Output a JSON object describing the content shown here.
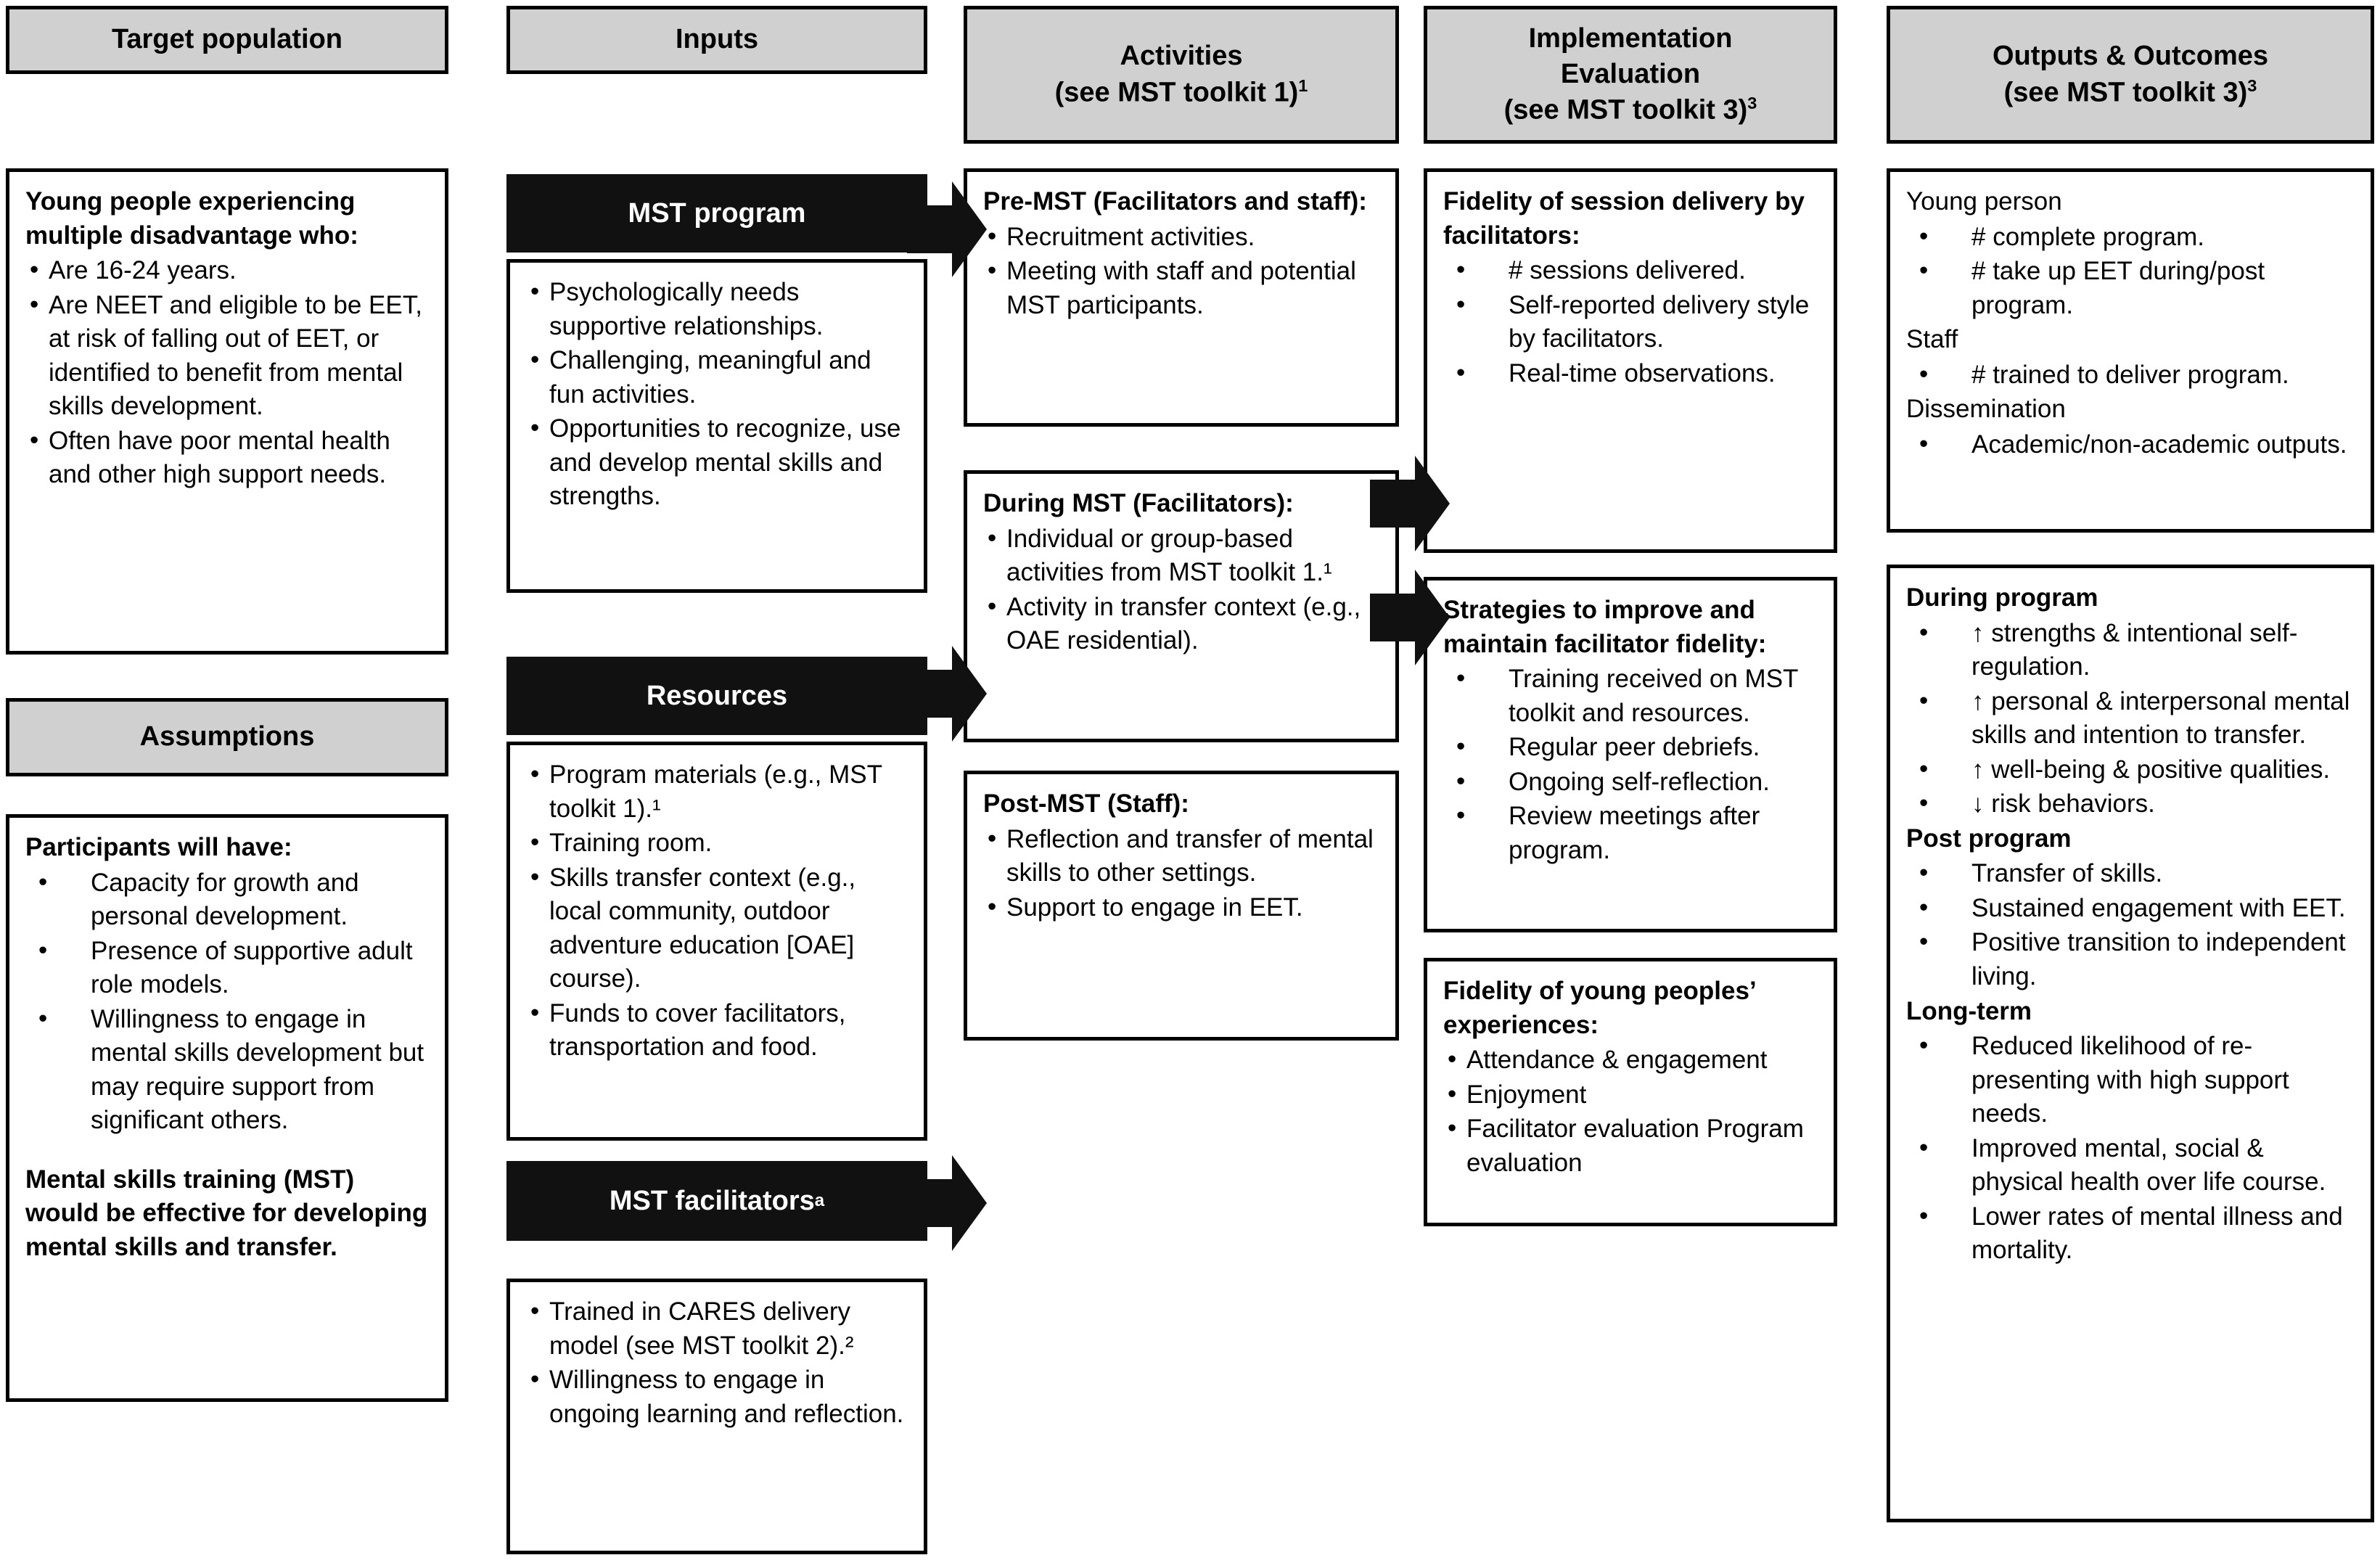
{
  "colors": {
    "header_fill": "#d0d0d0",
    "band_fill": "#111111",
    "border": "#000000",
    "page_bg": "#ffffff"
  },
  "columns": [
    {
      "key": "target_population",
      "header": "Target population",
      "header2": "Assumptions"
    },
    {
      "key": "inputs",
      "header": "Inputs"
    },
    {
      "key": "activities",
      "header_line1": "Activities",
      "header_line2": "(see MST toolkit 1)",
      "header_sup": "1"
    },
    {
      "key": "implementation_evaluation",
      "header_line1": "Implementation",
      "header_line2": "Evaluation",
      "header_line3": "(see MST toolkit 3)",
      "header_sup": "3"
    },
    {
      "key": "outputs_outcomes",
      "header_line1": "Outputs & Outcomes",
      "header_line2": "(see MST toolkit 3)",
      "header_sup": "3"
    }
  ],
  "target_population": {
    "header": "Target population",
    "body_title": "Young people experiencing multiple disadvantage who:",
    "bullets": [
      "Are 16-24 years.",
      "Are NEET and eligible to be EET, at risk of falling out of EET, or identified to benefit from mental skills development.",
      "Often have poor mental health and other high support needs."
    ]
  },
  "assumptions": {
    "header": "Assumptions",
    "body_title": "Participants will have:",
    "bullets": [
      "Capacity for growth and personal development.",
      "Presence of supportive adult role models.",
      "Willingness to engage in mental skills development but may require support from significant others."
    ],
    "closing": "Mental skills training (MST) would be effective for developing mental skills and transfer."
  },
  "inputs": {
    "header": "Inputs",
    "blocks": [
      {
        "band": "MST program",
        "band_sup": "",
        "bullets": [
          "Psychologically needs supportive relationships.",
          "Challenging, meaningful and fun activities.",
          "Opportunities to recognize, use and develop mental skills and strengths."
        ]
      },
      {
        "band": "Resources",
        "band_sup": "",
        "bullets": [
          "Program materials (e.g., MST toolkit 1).¹",
          "Training room.",
          "Skills transfer context (e.g., local community, outdoor adventure education [OAE] course).",
          "Funds to cover facilitators, transportation and food."
        ]
      },
      {
        "band": "MST facilitators",
        "band_sup": "a",
        "bullets": [
          "Trained in CARES delivery model (see MST toolkit 2).²",
          "Willingness to engage in ongoing learning and reflection."
        ]
      }
    ]
  },
  "activities": {
    "header_line1": "Activities",
    "header_line2": "(see MST toolkit 1)",
    "header_sup": "1",
    "blocks": [
      {
        "title": "Pre-MST (Facilitators and staff):",
        "bullets": [
          "Recruitment activities.",
          "Meeting with staff and potential MST participants."
        ]
      },
      {
        "title": "During MST (Facilitators):",
        "bullets": [
          "Individual or group-based activities from MST toolkit 1.¹",
          "Activity in transfer context (e.g., OAE residential)."
        ]
      },
      {
        "title": "Post-MST (Staff):",
        "bullets": [
          "Reflection and transfer of mental skills to other settings.",
          "Support to engage in EET."
        ]
      }
    ]
  },
  "implementation_evaluation": {
    "header_line1": "Implementation",
    "header_line2": "Evaluation",
    "header_line3": "(see MST toolkit 3)",
    "header_sup": "3",
    "blocks": [
      {
        "title": "Fidelity of session delivery by facilitators:",
        "bullets": [
          "# sessions delivered.",
          "Self-reported delivery style by facilitators.",
          "Real-time observations."
        ]
      },
      {
        "title": "Strategies to improve and maintain facilitator fidelity:",
        "bullets": [
          "Training received on MST toolkit and resources.",
          "Regular peer debriefs.",
          "Ongoing self-reflection.",
          "Review meetings after program."
        ]
      },
      {
        "title": "Fidelity of young peoples’ experiences:",
        "bullets": [
          "Attendance & engagement",
          "Enjoyment",
          "Facilitator evaluation Program evaluation"
        ]
      }
    ]
  },
  "outputs_outcomes": {
    "header_line1": "Outputs & Outcomes",
    "header_line2": "(see MST toolkit 3)",
    "header_sup": "3",
    "block_1": {
      "groups": [
        {
          "label": "Young person",
          "bold": false,
          "bullets": [
            "# complete program.",
            "# take up EET during/post program."
          ]
        },
        {
          "label": "Staff",
          "bold": false,
          "bullets": [
            "# trained to deliver program."
          ]
        },
        {
          "label": "Dissemination",
          "bold": false,
          "bullets": [
            "Academic/non-academic outputs."
          ]
        }
      ]
    },
    "block_2": {
      "groups": [
        {
          "label": "During program",
          "bold": true,
          "bullets": [
            "↑ strengths & intentional self-regulation.",
            "↑ personal & interpersonal mental skills and intention to transfer.",
            "↑ well-being & positive qualities.",
            "↓ risk behaviors."
          ]
        },
        {
          "label": "Post program",
          "bold": true,
          "bullets": [
            "Transfer of skills.",
            "Sustained engagement with EET.",
            "Positive transition to independent living."
          ]
        },
        {
          "label": "Long-term",
          "bold": true,
          "bullets": [
            "Reduced likelihood of re-presenting with high support needs.",
            "Improved mental, social & physical health over life course.",
            "Lower rates of mental illness and mortality."
          ]
        }
      ]
    }
  },
  "arrows": [
    {
      "name": "arrow-mst-program-to-premst"
    },
    {
      "name": "arrow-resources-to-during-mst"
    },
    {
      "name": "arrow-mst-facilitators-to-post-mst"
    },
    {
      "name": "arrow-premst-to-fidelity-session"
    },
    {
      "name": "arrow-during-mst-to-strategies"
    }
  ]
}
